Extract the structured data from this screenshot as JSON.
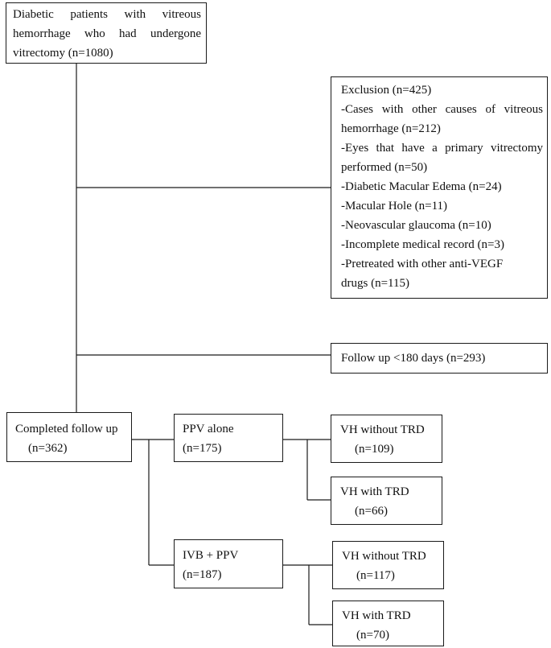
{
  "flowchart": {
    "initial": {
      "line1": "Diabetic patients with vitreous",
      "line2": "hemorrhage who had undergone",
      "line3": "vitrectomy (n=1080)"
    },
    "exclusion": {
      "title": "Exclusion (n=425)",
      "lines": [
        "-Cases with other causes of vitreous",
        "hemorrhage (n=212)",
        "-Eyes that have a primary vitrectomy",
        "performed (n=50)",
        "-Diabetic Macular Edema (n=24)",
        "-Macular Hole (n=11)",
        "-Neovascular glaucoma (n=10)",
        "-Incomplete medical record (n=3)",
        "-Pretreated with other anti-VEGF",
        "drugs (n=115)"
      ]
    },
    "followup": {
      "label": "Follow up <180 days (n=293)"
    },
    "completed": {
      "line1": "Completed follow up",
      "line2": "(n=362)"
    },
    "ppv_alone": {
      "line1": "PPV alone",
      "line2": "(n=175)"
    },
    "ivb_ppv": {
      "line1": "IVB + PPV",
      "line2": "(n=187)"
    },
    "ppv_no_trd": {
      "line1": "VH without TRD",
      "line2": "(n=109)"
    },
    "ppv_trd": {
      "line1": "VH with TRD",
      "line2": "(n=66)"
    },
    "ivb_no_trd": {
      "line1": "VH without TRD",
      "line2": "(n=117)"
    },
    "ivb_trd": {
      "line1": "VH with TRD",
      "line2": "(n=70)"
    }
  }
}
